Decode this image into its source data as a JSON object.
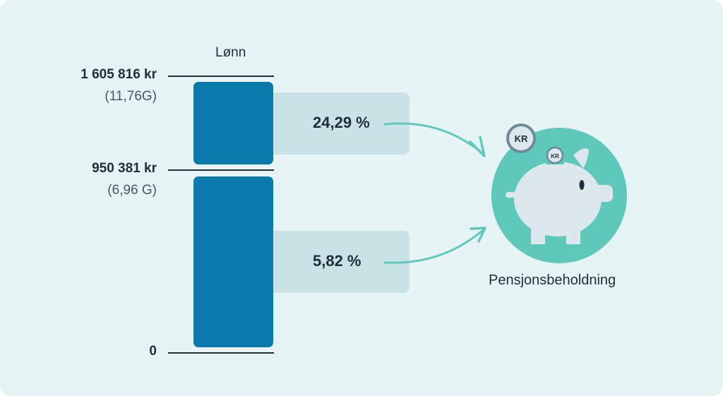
{
  "diagram": {
    "column_label": "Lønn",
    "levels": [
      {
        "amount": "1 605 816 kr",
        "g_value": "(11,76G)"
      },
      {
        "amount": "950 381 kr",
        "g_value": "(6,96 G)"
      },
      {
        "amount": "0"
      }
    ],
    "rates": [
      {
        "value": "24,29 %"
      },
      {
        "value": "5,82 %"
      }
    ],
    "destination": "Pensjonsbeholdning",
    "coin_label_large": "KR",
    "coin_label_small": "KR",
    "colors": {
      "background": "#e7f4f5",
      "bar": "#0a7aad",
      "rate_box": "#c8e2e6",
      "arrow": "#5ec8bb",
      "piggy_circle": "#5ec8bb",
      "piggy_body": "#dce8ec",
      "text": "#1f2d3d"
    }
  }
}
